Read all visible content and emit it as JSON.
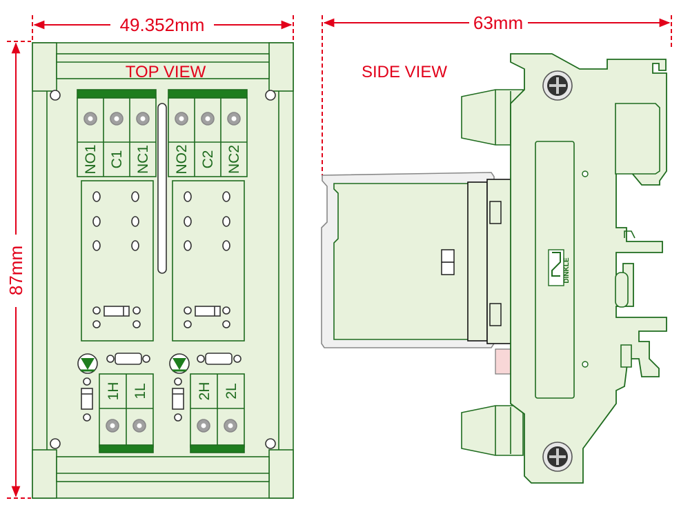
{
  "dimensions": {
    "width_label": "49.352mm",
    "height_label": "87mm",
    "depth_label": "63mm"
  },
  "views": {
    "top_view_label": "TOP VIEW",
    "side_view_label": "SIDE VIEW"
  },
  "terminals": {
    "relay1": [
      "NO1",
      "C1",
      "NC1"
    ],
    "relay2": [
      "NO2",
      "C2",
      "NC2"
    ],
    "inputs1": [
      "1H",
      "1L"
    ],
    "inputs2": [
      "2H",
      "2L"
    ]
  },
  "brand_label": "DINKLE",
  "colors": {
    "dimension": "#e2001a",
    "outline": "#1e6b1e",
    "fill": "#e8f2dc",
    "terminal_bar": "#1e7d1e",
    "screw": "#a0a0a0"
  }
}
